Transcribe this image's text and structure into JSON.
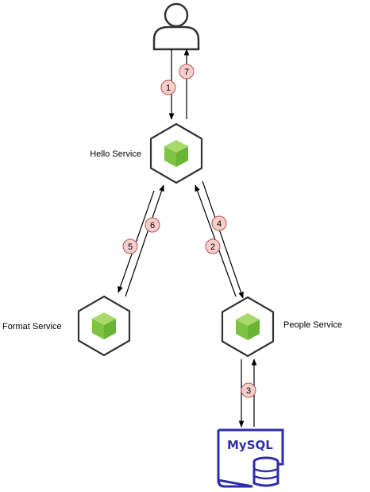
{
  "diagram": {
    "nodes": {
      "user": {
        "icon": "user-icon"
      },
      "hello": {
        "label": "Hello Service",
        "icon": "service-cube-icon"
      },
      "format": {
        "label": "Format Service",
        "icon": "service-cube-icon"
      },
      "people": {
        "label": "People Service",
        "icon": "service-cube-icon"
      },
      "mysql": {
        "label": "MySQL",
        "icon": "database-icon"
      }
    },
    "steps": [
      "1",
      "2",
      "3",
      "4",
      "5",
      "6",
      "7"
    ],
    "colors": {
      "hex_stroke": "#333333",
      "cube_green": "#7ec442",
      "cube_top": "#a8d96b",
      "cube_dark": "#5a9e2e",
      "badge_fill": "#f8cecc",
      "badge_stroke": "#b85450",
      "mysql_blue": "#2e2ea8",
      "arrow": "#000000"
    }
  }
}
